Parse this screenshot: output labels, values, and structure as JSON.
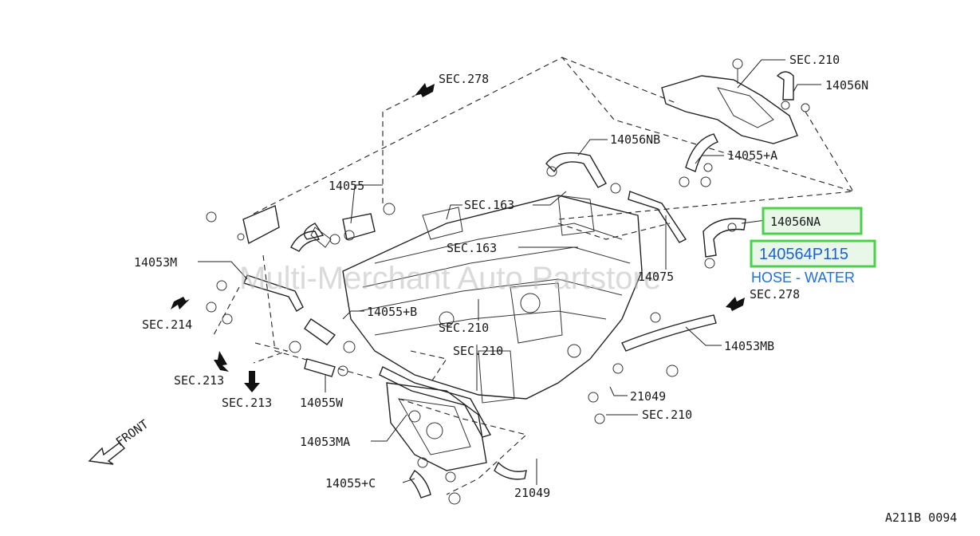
{
  "watermark": "Multi-Merchant Auto Partstore",
  "diagram_code": "A211B 0094",
  "front_label": "FRONT",
  "highlight": {
    "ref": "14056NA",
    "part_number": "140564P115",
    "description": "HOSE - WATER"
  },
  "labels": {
    "sec210_top": "SEC.210",
    "p14056n": "14056N",
    "sec278_top": "SEC.278",
    "p14056nb": "14056NB",
    "p14055a": "14055+A",
    "p14055": "14055",
    "sec163_a": "SEC.163",
    "sec163_b": "SEC.163",
    "p14053m": "14053M",
    "p14075": "14075",
    "sec278_right": "SEC.278",
    "p14055b": "14055+B",
    "sec214": "SEC.214",
    "sec210_mid": "SEC.210",
    "sec210_center": "SEC.210",
    "p14053mb": "14053MB",
    "sec213_a": "SEC.213",
    "sec213_b": "SEC.213",
    "p14055w": "14055W",
    "p21049_a": "21049",
    "sec210_low": "SEC.210",
    "p14053ma": "14053MA",
    "p14055c": "14055+C",
    "p21049_b": "21049"
  }
}
